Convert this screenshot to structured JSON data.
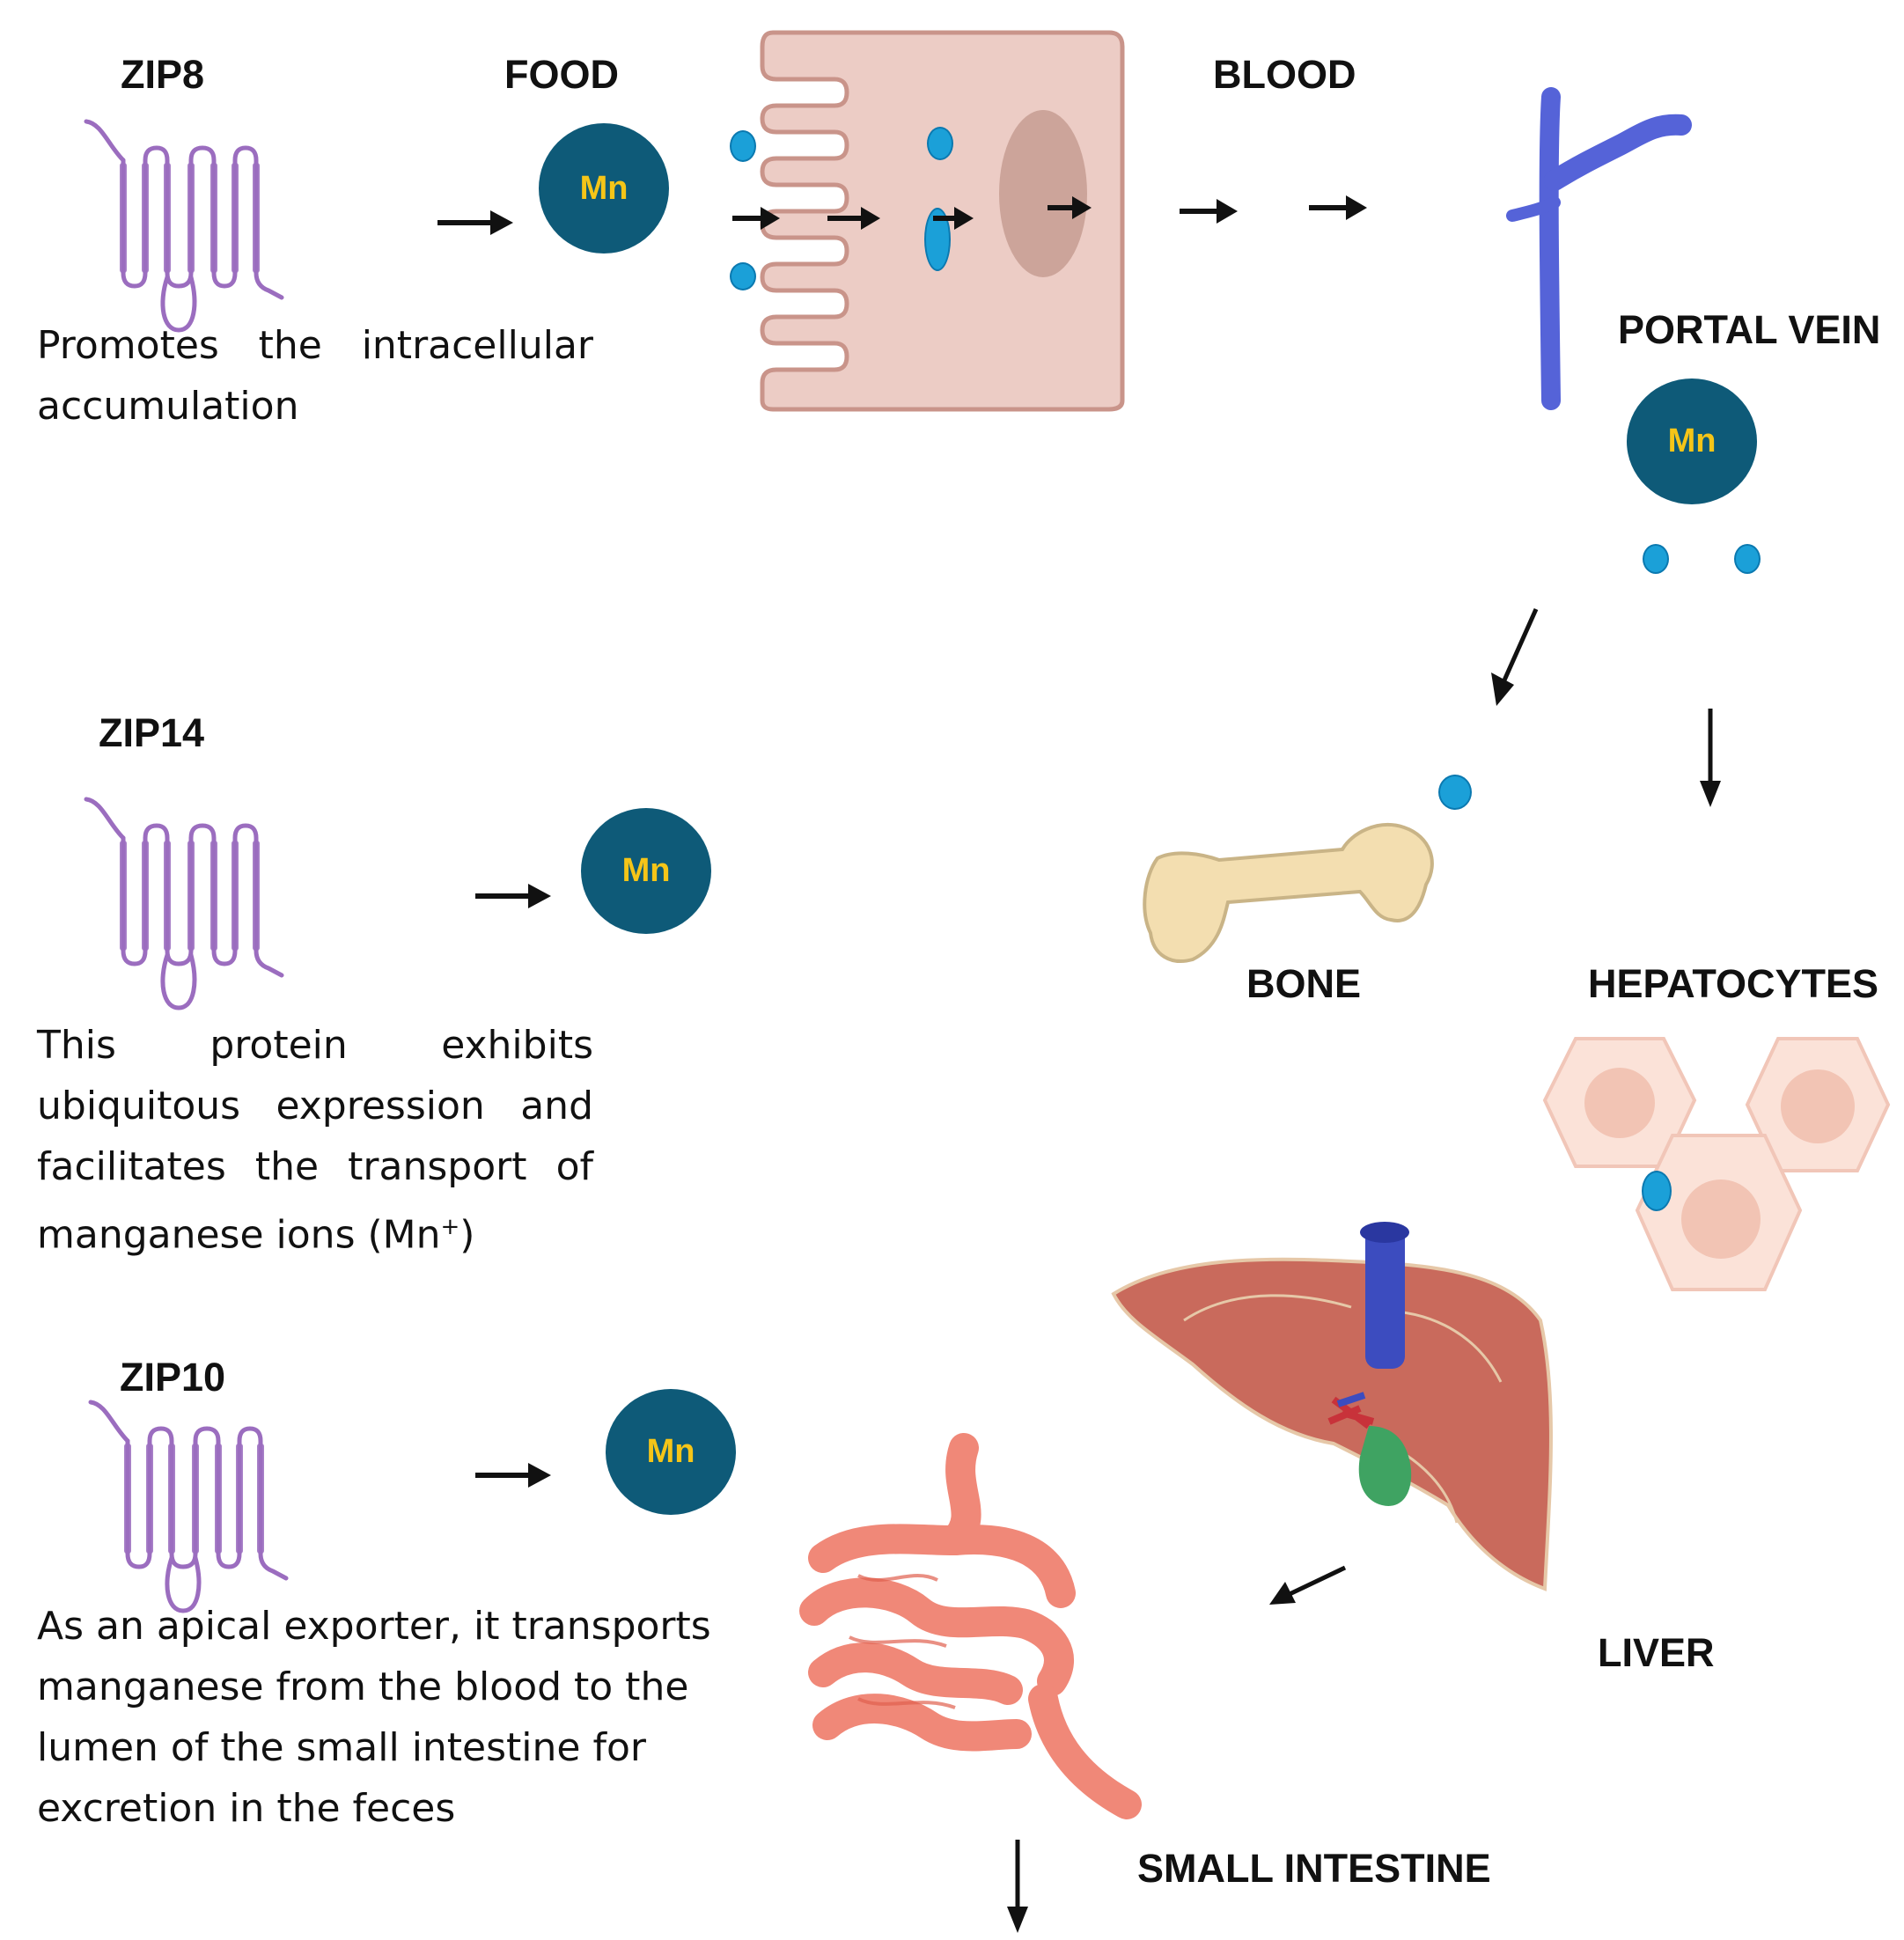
{
  "colors": {
    "mn_circle": "#0e5a78",
    "mn_text": "#f5c518",
    "ion_dot": "#1ba0d8",
    "transporter": "#9b6dbf",
    "vein": "#5563d8",
    "cell_fill": "#ecccc5",
    "liver": "#c96a5c",
    "intestine": "#f08878",
    "bone": "#f3deb0"
  },
  "mn_label": "Mn",
  "zip8": {
    "title": "ZIP8",
    "description": "Promotes the intracellular accumulation"
  },
  "zip14": {
    "title": "ZIP14",
    "description_main": "This protein exhibits ubiquitous expression and facilitates the transport of manganese ions (Mn",
    "description_sup": "+",
    "description_end": ")"
  },
  "zip10": {
    "title": "ZIP10",
    "description": "As an apical exporter, it transports manganese from the blood to the lumen of the small intestine for excretion in the feces"
  },
  "labels": {
    "food": "FOOD",
    "blood": "BLOOD",
    "portal_vein": "PORTAL VEIN",
    "bone": "BONE",
    "hepatocytes": "HEPATOCYTES",
    "liver": "LIVER",
    "small_intestine": "SMALL INTESTINE"
  },
  "icons": [
    "transporter-protein-icon",
    "enterocyte-icon",
    "portal-vein-icon",
    "bone-icon",
    "hepatocytes-icon",
    "liver-icon",
    "small-intestine-icon",
    "arrow-icon"
  ]
}
